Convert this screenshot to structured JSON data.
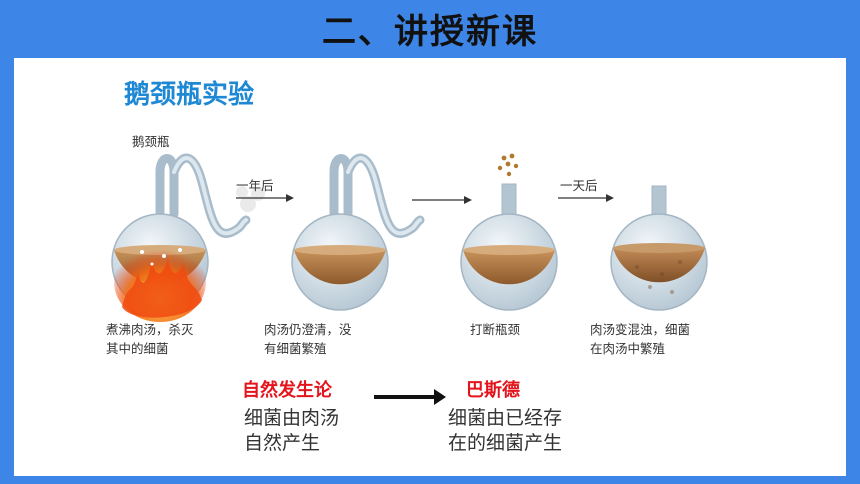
{
  "header": {
    "title": "二、讲授新课"
  },
  "section_title": "鹅颈瓶实验",
  "figure": {
    "flask_label": "鹅颈瓶",
    "arrow1_label": "一年后",
    "arrow3_label": "一天后",
    "captions": [
      {
        "line1": "煮沸肉汤，杀灭",
        "line2": "其中的细菌"
      },
      {
        "line1": "肉汤仍澄清，没",
        "line2": "有细菌繁殖"
      },
      {
        "line1": "打断瓶颈",
        "line2": ""
      },
      {
        "line1": "肉汤变混浊，细菌",
        "line2": "在肉汤中繁殖"
      }
    ]
  },
  "theory_left": {
    "tag": "自然发生论",
    "line1": "细菌由肉汤",
    "line2": "自然产生"
  },
  "theory_right": {
    "tag": "巴斯德",
    "line1": "细菌由已经存",
    "line2": "在的细菌产生"
  },
  "colors": {
    "header_bg": "#3d86e8",
    "section_title": "#1e88d4",
    "tag_red": "#e3141b"
  }
}
